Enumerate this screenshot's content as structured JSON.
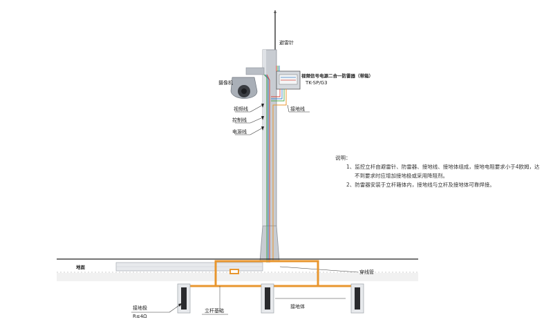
{
  "labels": {
    "lightning_rod": "避雷针",
    "camera": "摄像机",
    "arrester_box": "视频信号电源二合一防雷器（带箱）",
    "arrester_model": "TK-SP/G3",
    "video_line": "视频线",
    "control_line": "控制线",
    "power_line": "电源线",
    "ground_wire": "接地线",
    "ground_level": "地面",
    "conduit": "穿线管",
    "ground_electrode": "接地极",
    "ground_resistance": "R≤4Ω",
    "foundation": "立杆基础",
    "ground_body": "接地体"
  },
  "notes": {
    "title": "说明：",
    "items": [
      "1、监控立杆由避雷针、防雷器、接地线、接地体组成，接地电阻要求小于4欧姆，达不到要求时应增加接地极或采用降阻剂。",
      "2、防雷器安装于立杆箱体内，接地线与立杆及接地体可靠焊接。"
    ]
  },
  "colors": {
    "pole": "#c8ccd2",
    "pole_edge": "#8d9299",
    "ground_wire": "#e8962e",
    "cable_green": "#49a84a",
    "cable_blue": "#3a7fc4",
    "cable_red": "#d8453b"
  }
}
